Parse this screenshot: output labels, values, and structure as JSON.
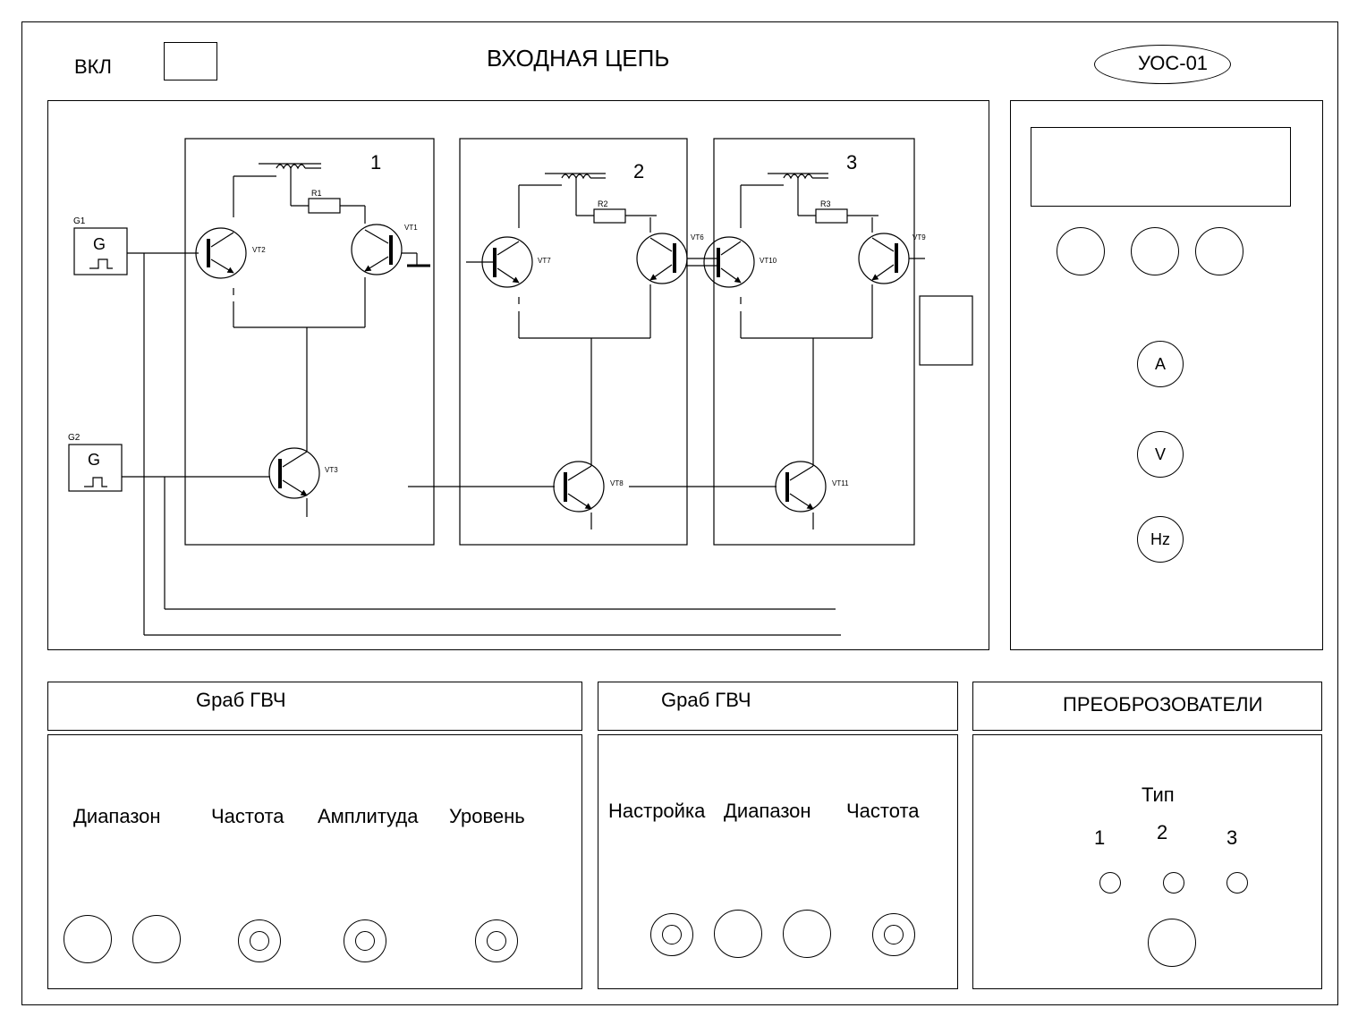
{
  "header": {
    "power_label": "ВКЛ",
    "title": "ВХОДНАЯ ЦЕПЬ",
    "model_badge": "УОС-01"
  },
  "circuit": {
    "generators": [
      {
        "id": "G1",
        "symbol": "G"
      },
      {
        "id": "G2",
        "symbol": "G"
      }
    ],
    "stages": [
      "1",
      "2",
      "3"
    ],
    "resistors": [
      "R1",
      "R2",
      "R3"
    ],
    "transistors": [
      "VT1",
      "VT2",
      "VT3",
      "VT6",
      "VT7",
      "VT8",
      "VT9",
      "VT10",
      "VT11"
    ]
  },
  "meters": {
    "ammeter": "A",
    "voltmeter": "V",
    "frequency": "Hz"
  },
  "panel_left": {
    "title": "Gраб ГВЧ",
    "controls": [
      "Диапазон",
      "Частота",
      "Амплитуда",
      "Уровень"
    ]
  },
  "panel_middle": {
    "title": "Gраб ГВЧ",
    "controls": [
      "Настройка",
      "Диапазон",
      "Частота"
    ]
  },
  "panel_right": {
    "title": "ПРЕОБРОЗОВАТЕЛИ",
    "type_label": "Тип",
    "types": [
      "1",
      "2",
      "3"
    ]
  }
}
